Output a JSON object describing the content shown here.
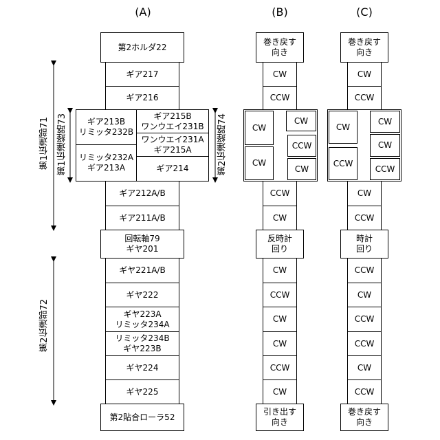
{
  "headers": {
    "a": "(A)",
    "b": "(B)",
    "c": "(C)"
  },
  "colA": {
    "top": "第2ホルダ22",
    "g217": "ギア217",
    "g216": "ギア216",
    "g213b": "ギア213B\nリミッタ232B",
    "g232a": "リミッタ232A\nギア213A",
    "g215b": "ギア215B\nワンウエイ231B",
    "g231a": "ワンウエイ231A\nギア215A",
    "g214": "ギア214",
    "g212": "ギア212A/B",
    "g211": "ギア211A/B",
    "axis": "回転軸79\nギヤ201",
    "g221": "ギヤ221A/B",
    "g222": "ギヤ222",
    "g223a": "ギヤ223A\nリミッタ234A",
    "g234b": "リミッタ234B\nギヤ223B",
    "g224": "ギヤ224",
    "g225": "ギヤ225",
    "bottom": "第2貼合ローラ52"
  },
  "colB": {
    "top": "巻き戻す\n向き",
    "r1": "CW",
    "r2": "CCW",
    "left1": "CW",
    "left2": "CW",
    "right1": "CW",
    "right2": "CCW",
    "right3": "CW",
    "r3": "CCW",
    "r4": "CW",
    "axis": "反時計\n回り",
    "r5": "CW",
    "r6": "CCW",
    "r7": "CW",
    "r8": "CW",
    "r9": "CCW",
    "r10": "CW",
    "bottom": "引き出す\n向き"
  },
  "colC": {
    "top": "巻き戻す\n向き",
    "r1": "CW",
    "r2": "CCW",
    "left1": "CW",
    "left2": "CCW",
    "right1": "CW",
    "right2": "CW",
    "right3": "CCW",
    "r3": "CW",
    "r4": "CCW",
    "axis": "時計\n回り",
    "r5": "CCW",
    "r6": "CW",
    "r7": "CCW",
    "r8": "CCW",
    "r9": "CW",
    "r10": "CCW",
    "bottom": "巻き戻す\n向き"
  },
  "labels": {
    "path1": "第1伝達部71",
    "path1_route": "第1伝達経路73",
    "path2_route": "第2伝達経路74",
    "path2": "第2伝達部72"
  }
}
